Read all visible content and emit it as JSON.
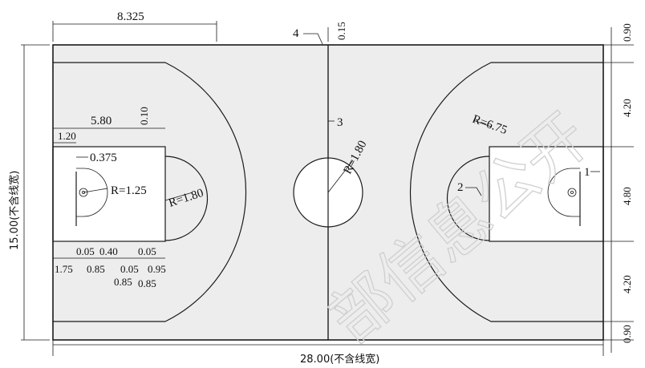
{
  "dims": {
    "top_8325": "8.325",
    "top_015": "0.15",
    "right_090_top": "0.90",
    "right_420_top": "4.20",
    "right_480": "4.80",
    "right_420_bot": "4.20",
    "right_090_bot": "0.90",
    "left_height": "15.00(不含线宽)",
    "bottom_length": "28.00(不含线宽)",
    "d_580": "5.80",
    "d_010": "0.10",
    "d_120": "1.20",
    "d_0375": "0.375",
    "r_125": "R=1.25",
    "r_180_ft": "R=1.80",
    "r_180_center": "R=1.80",
    "r_675": "R=6.75",
    "b_005_a": "0.05",
    "b_040": "0.40",
    "b_005_b": "0.05",
    "b_175": "1.75",
    "b_085_a": "0.85",
    "b_005_c": "0.05",
    "b_095": "0.95",
    "b_085_b": "0.85",
    "b_085_c": "0.85"
  },
  "callouts": {
    "c1": "1",
    "c2": "2",
    "c3": "3",
    "c4": "4"
  },
  "watermark": "部信息公开"
}
